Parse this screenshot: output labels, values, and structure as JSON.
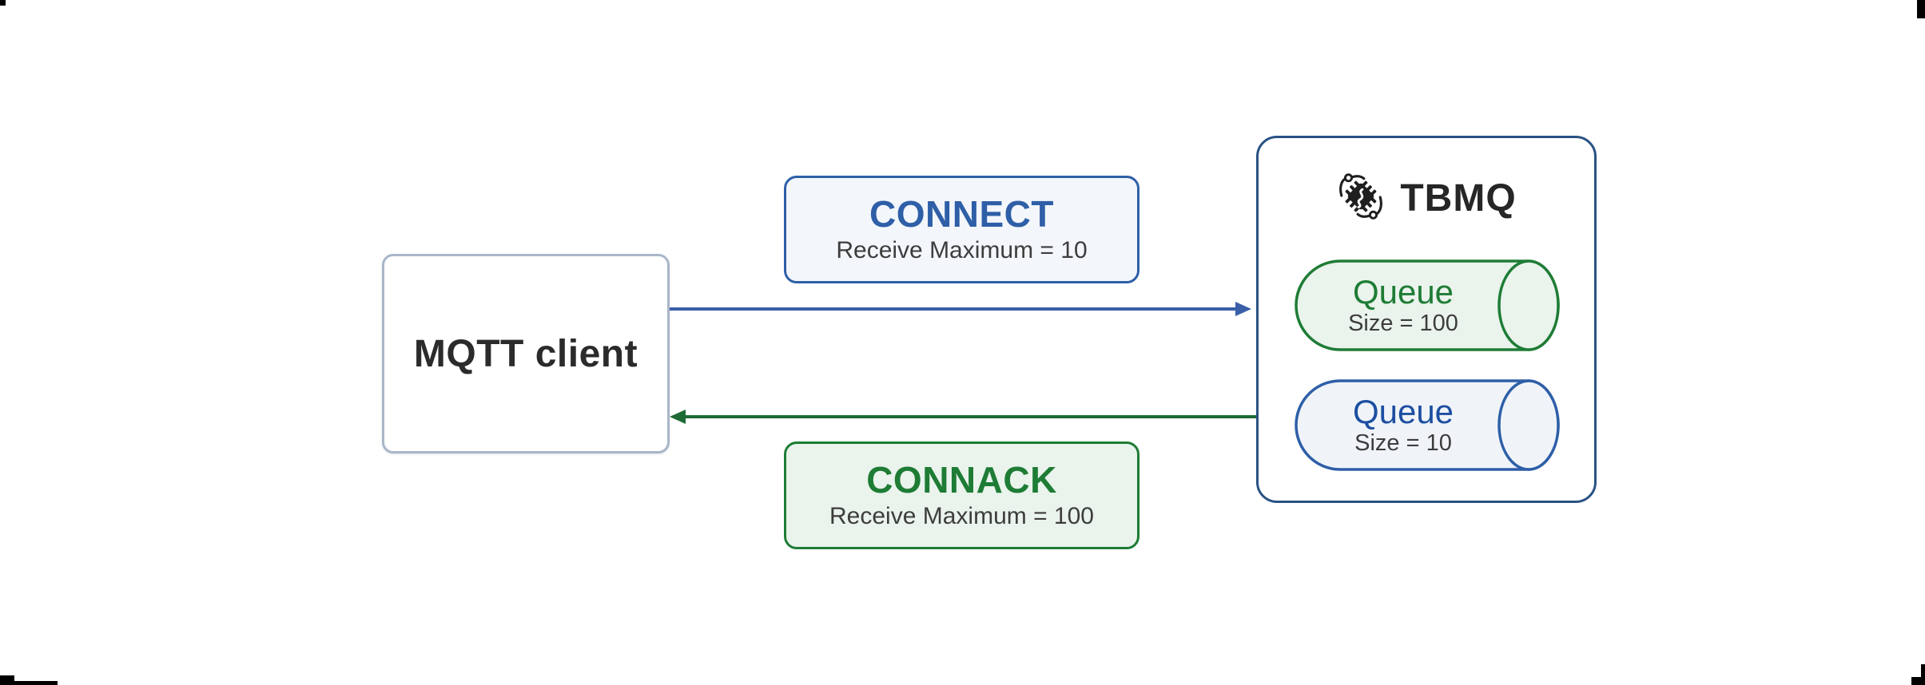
{
  "diagram": {
    "client": {
      "label": "MQTT client"
    },
    "connect_message": {
      "title": "CONNECT",
      "subtitle": "Receive Maximum = 10"
    },
    "connack_message": {
      "title": "CONNACK",
      "subtitle": "Receive Maximum = 100"
    },
    "broker": {
      "title": "TBMQ",
      "logo_icon": "chip-orbit-icon",
      "queues": [
        {
          "label": "Queue",
          "size_label": "Size = 100",
          "theme": "green"
        },
        {
          "label": "Queue",
          "size_label": "Size = 10",
          "theme": "blue"
        }
      ]
    },
    "arrows": [
      {
        "name": "connect-arrow",
        "direction": "client-to-broker",
        "color": "#3a5fa8"
      },
      {
        "name": "connack-arrow",
        "direction": "broker-to-client",
        "color": "#1d6a34"
      }
    ]
  },
  "colors": {
    "blue_accent": "#2e5fa7",
    "blue_arrow": "#3a5fa8",
    "broker_border": "#2a5283",
    "queue_blue_text": "#1d4fa1",
    "green_accent": "#1e7c35",
    "green_arrow": "#1d6a34",
    "client_border": "#a9b6c9",
    "light_blue_fill": "#f3f6fb",
    "light_green_fill": "#eaf3ec",
    "queue_blue_fill": "#f0f4f9",
    "text_dark": "#2b2b2b",
    "text_gray": "#3d3d3d"
  }
}
